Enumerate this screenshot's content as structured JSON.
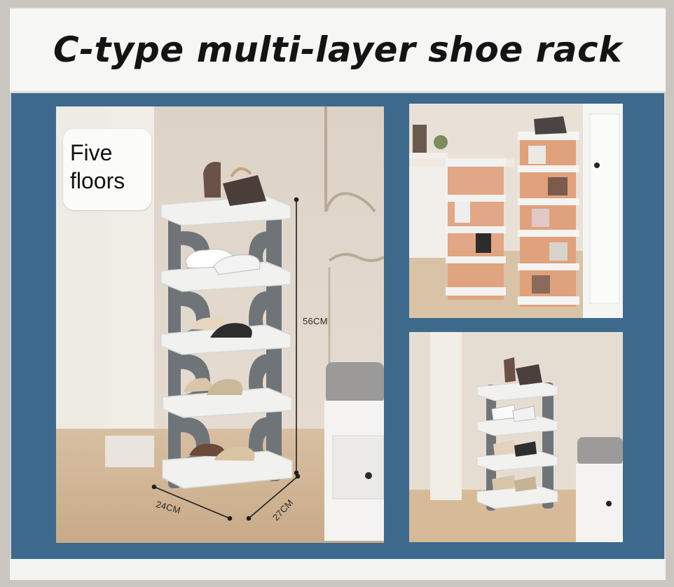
{
  "title": "C-type multi-layer shoe rack",
  "badge": {
    "line1": "Five",
    "line2": "floors"
  },
  "dimensions": {
    "height": "56CM",
    "width": "24CM",
    "depth": "27CM"
  },
  "colors": {
    "box_blue": "#3d6a8c",
    "rack_white": "#f1f1ef",
    "rack_gray": "#6f7478",
    "rack_orange": "#e0a17d",
    "wall_beige": "#e7ddd2"
  },
  "rack_tiers": 5
}
